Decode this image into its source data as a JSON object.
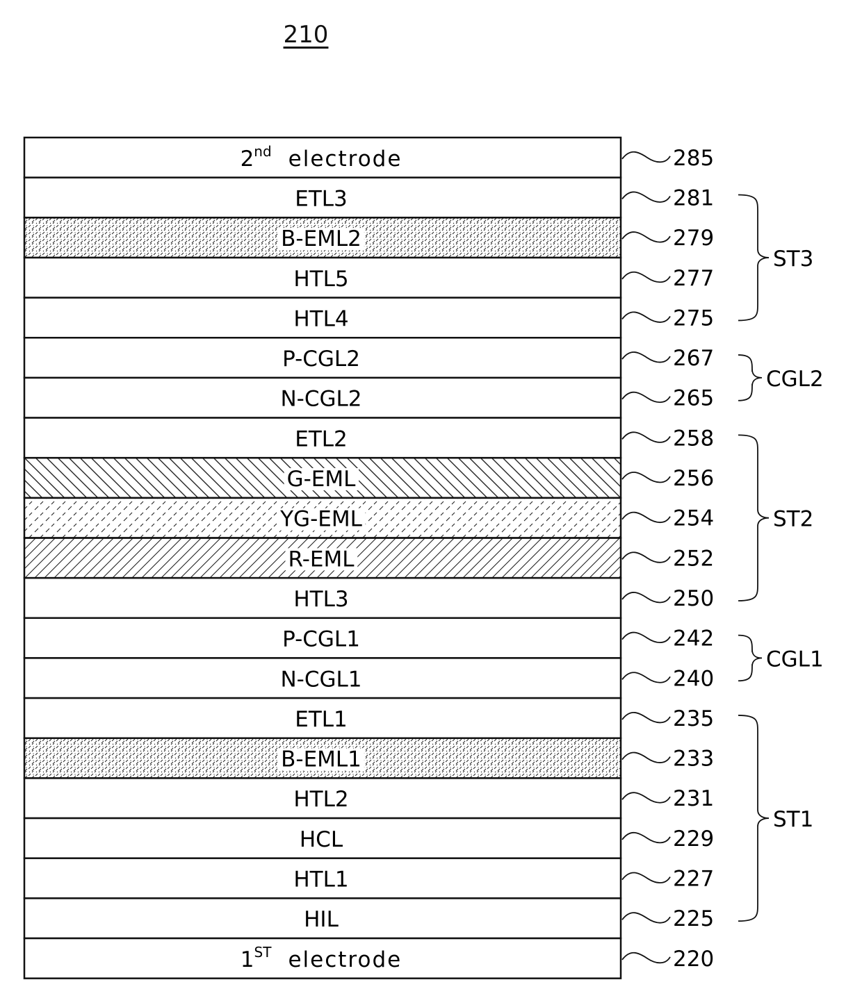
{
  "figure_number": "210",
  "layers": [
    {
      "label": "electrode",
      "sup_prefix": "2",
      "sup": "nd",
      "ref": "285",
      "pattern": "none"
    },
    {
      "label": "ETL3",
      "ref": "281",
      "pattern": "none"
    },
    {
      "label": "B-EML2",
      "ref": "279",
      "pattern": "blue-dash"
    },
    {
      "label": "HTL5",
      "ref": "277",
      "pattern": "none"
    },
    {
      "label": "HTL4",
      "ref": "275",
      "pattern": "none"
    },
    {
      "label": "P-CGL2",
      "ref": "267",
      "pattern": "none"
    },
    {
      "label": "N-CGL2",
      "ref": "265",
      "pattern": "none"
    },
    {
      "label": "ETL2",
      "ref": "258",
      "pattern": "none"
    },
    {
      "label": "G-EML",
      "ref": "256",
      "pattern": "green-backslash"
    },
    {
      "label": "YG-EML",
      "ref": "254",
      "pattern": "yg-dash"
    },
    {
      "label": "R-EML",
      "ref": "252",
      "pattern": "red-slash"
    },
    {
      "label": "HTL3",
      "ref": "250",
      "pattern": "none"
    },
    {
      "label": "P-CGL1",
      "ref": "242",
      "pattern": "none"
    },
    {
      "label": "N-CGL1",
      "ref": "240",
      "pattern": "none"
    },
    {
      "label": "ETL1",
      "ref": "235",
      "pattern": "none"
    },
    {
      "label": "B-EML1",
      "ref": "233",
      "pattern": "blue-dash"
    },
    {
      "label": "HTL2",
      "ref": "231",
      "pattern": "none"
    },
    {
      "label": "HCL",
      "ref": "229",
      "pattern": "none"
    },
    {
      "label": "HTL1",
      "ref": "227",
      "pattern": "none"
    },
    {
      "label": "HIL",
      "ref": "225",
      "pattern": "none"
    },
    {
      "label": "electrode",
      "sup_prefix": "1",
      "sup": "ST",
      "ref": "220",
      "pattern": "none"
    }
  ],
  "groups": [
    {
      "label": "ST3",
      "from_ref": "281",
      "to_ref": "275"
    },
    {
      "label": "CGL2",
      "from_ref": "267",
      "to_ref": "265"
    },
    {
      "label": "ST2",
      "from_ref": "258",
      "to_ref": "250"
    },
    {
      "label": "CGL1",
      "from_ref": "242",
      "to_ref": "240"
    },
    {
      "label": "ST1",
      "from_ref": "235",
      "to_ref": "225"
    }
  ]
}
